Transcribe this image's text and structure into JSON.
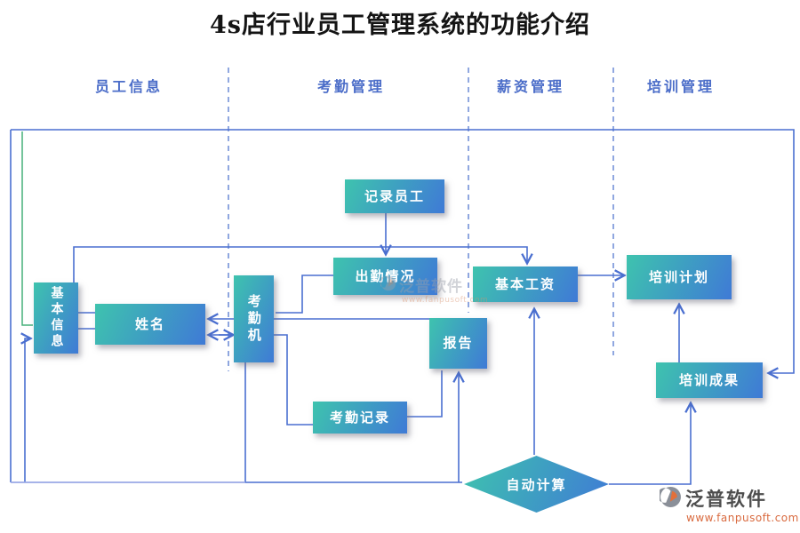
{
  "title": "4s店行业员工管理系统的功能介绍",
  "lanes": [
    {
      "label": "员工信息"
    },
    {
      "label": "考勤管理"
    },
    {
      "label": "薪资管理"
    },
    {
      "label": "培训管理"
    }
  ],
  "nodes": {
    "record_employee": {
      "label": "记录员工"
    },
    "attendance_status": {
      "label": "出勤情况"
    },
    "attendance_machine": {
      "label": "考勤机"
    },
    "basic_info": {
      "label": "基本信息"
    },
    "name": {
      "label": "姓名"
    },
    "report": {
      "label": "报告"
    },
    "attendance_record": {
      "label": "考勤记录"
    },
    "basic_salary": {
      "label": "基本工资"
    },
    "training_plan": {
      "label": "培训计划"
    },
    "training_result": {
      "label": "培训成果"
    },
    "auto_calc": {
      "label": "自动计算"
    }
  },
  "edges": [
    {
      "from": "record_employee",
      "to": "attendance_status"
    },
    {
      "from": "attendance_machine",
      "to": "attendance_status"
    },
    {
      "from": "report",
      "to": "name"
    },
    {
      "from": "attendance_record",
      "to": "name"
    },
    {
      "from": "attendance_record",
      "to": "attendance_machine"
    },
    {
      "from": "attendance_record",
      "to": "report"
    },
    {
      "from": "name",
      "to": "basic_salary"
    },
    {
      "from": "auto_calc",
      "to": "basic_salary"
    },
    {
      "from": "basic_salary",
      "to": "training_plan"
    },
    {
      "from": "training_result",
      "to": "training_plan"
    },
    {
      "from": "auto_calc",
      "to": "training_result"
    },
    {
      "from": "attendance_machine",
      "to": "auto_calc"
    },
    {
      "from": "auto_calc",
      "to": "report"
    },
    {
      "from": "basic_info",
      "to": "name"
    },
    {
      "from": "outer_loop",
      "to": "training_result"
    },
    {
      "from": "outer_loop",
      "to": "basic_info"
    }
  ],
  "watermark": {
    "brand": "泛普软件",
    "url": "www.fanpusoft.com"
  },
  "center_watermark": {
    "brand": "泛普软件",
    "url": "www.fanpusoft.com"
  },
  "colors": {
    "node_gradient_start": "#3ec3ae",
    "node_gradient_end": "#3f7ad6",
    "connector": "#4a6fd0",
    "lane_header": "#4a6cc8",
    "green_line": "#47b07a",
    "light_line": "#9aa8e6",
    "url_orange": "#d96a3f"
  }
}
